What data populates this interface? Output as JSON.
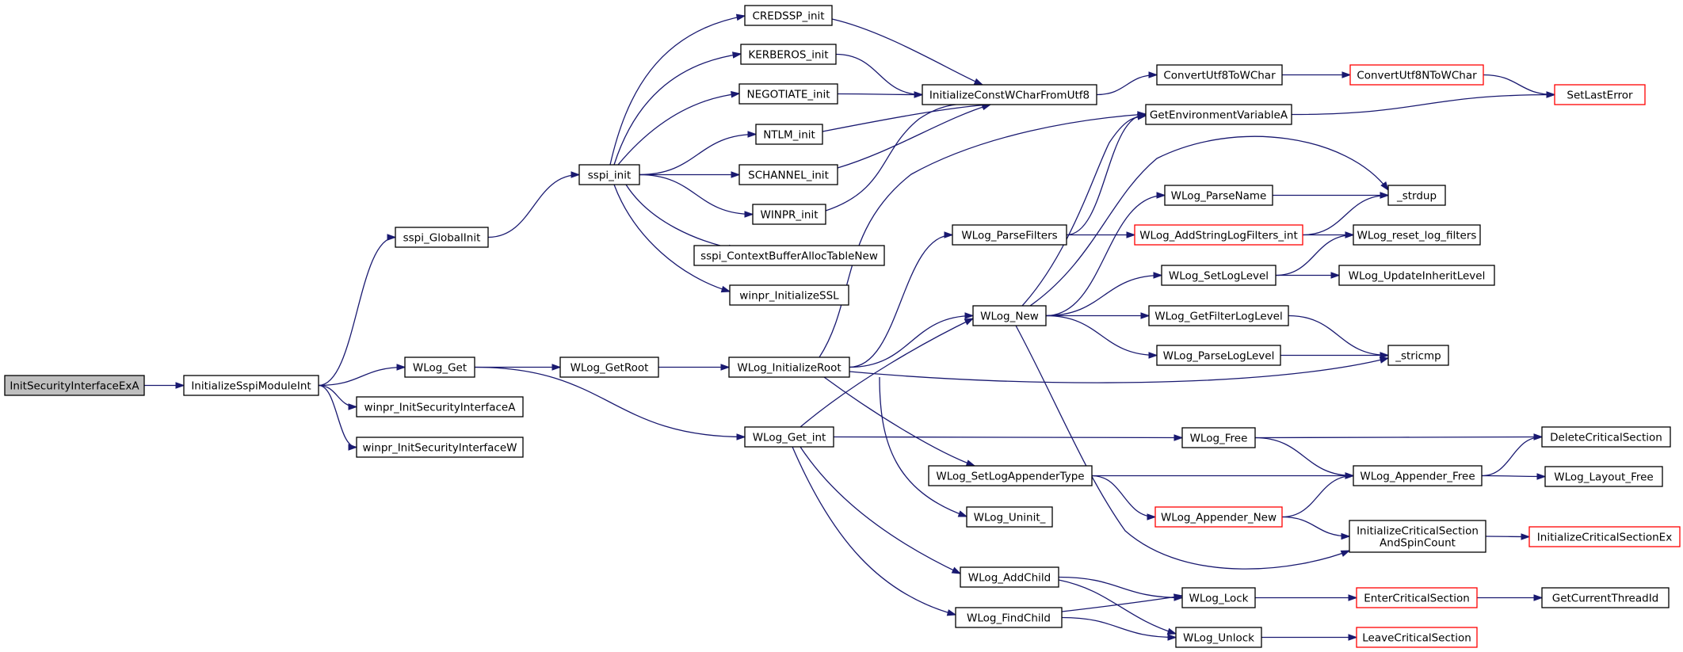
{
  "colors": {
    "edge": "#191970",
    "node_border": "#000000",
    "node_border_truncated": "#ff0000",
    "root_fill": "#bfbfbf",
    "node_fill": "#ffffff"
  },
  "nodes": [
    {
      "id": "InitSecurityInterfaceExA",
      "label": "InitSecurityInterfaceExA",
      "root": true
    },
    {
      "id": "InitializeSspiModuleInt",
      "label": "InitializeSspiModuleInt"
    },
    {
      "id": "sspi_GlobalInit",
      "label": "sspi_GlobalInit"
    },
    {
      "id": "WLog_Get",
      "label": "WLog_Get"
    },
    {
      "id": "winpr_InitSecurityInterfaceA",
      "label": "winpr_InitSecurityInterfaceA"
    },
    {
      "id": "winpr_InitSecurityInterfaceW",
      "label": "winpr_InitSecurityInterfaceW"
    },
    {
      "id": "sspi_init",
      "label": "sspi_init"
    },
    {
      "id": "WLog_GetRoot",
      "label": "WLog_GetRoot"
    },
    {
      "id": "WLog_Get_int",
      "label": "WLog_Get_int"
    },
    {
      "id": "CREDSSP_init",
      "label": "CREDSSP_init"
    },
    {
      "id": "KERBEROS_init",
      "label": "KERBEROS_init"
    },
    {
      "id": "NEGOTIATE_init",
      "label": "NEGOTIATE_init"
    },
    {
      "id": "NTLM_init",
      "label": "NTLM_init"
    },
    {
      "id": "SCHANNEL_init",
      "label": "SCHANNEL_init"
    },
    {
      "id": "WINPR_init",
      "label": "WINPR_init"
    },
    {
      "id": "sspi_ContextBufferAllocTableNew",
      "label": "sspi_ContextBufferAllocTableNew"
    },
    {
      "id": "winpr_InitializeSSL",
      "label": "winpr_InitializeSSL"
    },
    {
      "id": "WLog_InitializeRoot",
      "label": "WLog_InitializeRoot"
    },
    {
      "id": "InitializeConstWCharFromUtf8",
      "label": "InitializeConstWCharFromUtf8"
    },
    {
      "id": "WLog_ParseFilters",
      "label": "WLog_ParseFilters"
    },
    {
      "id": "WLog_New",
      "label": "WLog_New"
    },
    {
      "id": "WLog_SetLogAppenderType",
      "label": "WLog_SetLogAppenderType"
    },
    {
      "id": "WLog_Uninit_",
      "label": "WLog_Uninit_"
    },
    {
      "id": "WLog_AddChild",
      "label": "WLog_AddChild"
    },
    {
      "id": "WLog_FindChild",
      "label": "WLog_FindChild"
    },
    {
      "id": "ConvertUtf8ToWChar",
      "label": "ConvertUtf8ToWChar"
    },
    {
      "id": "GetEnvironmentVariableA",
      "label": "GetEnvironmentVariableA"
    },
    {
      "id": "WLog_ParseName",
      "label": "WLog_ParseName"
    },
    {
      "id": "WLog_AddStringLogFilters_int",
      "label": "WLog_AddStringLogFilters_int",
      "truncated": true
    },
    {
      "id": "WLog_SetLogLevel",
      "label": "WLog_SetLogLevel"
    },
    {
      "id": "WLog_GetFilterLogLevel",
      "label": "WLog_GetFilterLogLevel"
    },
    {
      "id": "WLog_ParseLogLevel",
      "label": "WLog_ParseLogLevel"
    },
    {
      "id": "WLog_Free",
      "label": "WLog_Free"
    },
    {
      "id": "WLog_Appender_New",
      "label": "WLog_Appender_New",
      "truncated": true
    },
    {
      "id": "WLog_Lock",
      "label": "WLog_Lock"
    },
    {
      "id": "WLog_Unlock",
      "label": "WLog_Unlock"
    },
    {
      "id": "ConvertUtf8NToWChar",
      "label": "ConvertUtf8NToWChar",
      "truncated": true
    },
    {
      "id": "_strdup",
      "label": "_strdup"
    },
    {
      "id": "WLog_reset_log_filters",
      "label": "WLog_reset_log_filters"
    },
    {
      "id": "WLog_UpdateInheritLevel",
      "label": "WLog_UpdateInheritLevel"
    },
    {
      "id": "_stricmp",
      "label": "_stricmp"
    },
    {
      "id": "WLog_Appender_Free",
      "label": "WLog_Appender_Free"
    },
    {
      "id": "InitializeCriticalSectionAndSpinCount",
      "label": "InitializeCriticalSection\nAndSpinCount"
    },
    {
      "id": "EnterCriticalSection",
      "label": "EnterCriticalSection",
      "truncated": true
    },
    {
      "id": "LeaveCriticalSection",
      "label": "LeaveCriticalSection",
      "truncated": true
    },
    {
      "id": "SetLastError",
      "label": "SetLastError",
      "truncated": true
    },
    {
      "id": "DeleteCriticalSection",
      "label": "DeleteCriticalSection"
    },
    {
      "id": "WLog_Layout_Free",
      "label": "WLog_Layout_Free"
    },
    {
      "id": "InitializeCriticalSectionEx",
      "label": "InitializeCriticalSectionEx",
      "truncated": true
    },
    {
      "id": "GetCurrentThreadId",
      "label": "GetCurrentThreadId"
    }
  ],
  "edges": [
    [
      "InitSecurityInterfaceExA",
      "InitializeSspiModuleInt"
    ],
    [
      "InitializeSspiModuleInt",
      "sspi_GlobalInit"
    ],
    [
      "InitializeSspiModuleInt",
      "WLog_Get"
    ],
    [
      "InitializeSspiModuleInt",
      "winpr_InitSecurityInterfaceA"
    ],
    [
      "InitializeSspiModuleInt",
      "winpr_InitSecurityInterfaceW"
    ],
    [
      "sspi_GlobalInit",
      "sspi_init"
    ],
    [
      "sspi_init",
      "CREDSSP_init"
    ],
    [
      "sspi_init",
      "KERBEROS_init"
    ],
    [
      "sspi_init",
      "NEGOTIATE_init"
    ],
    [
      "sspi_init",
      "NTLM_init"
    ],
    [
      "sspi_init",
      "SCHANNEL_init"
    ],
    [
      "sspi_init",
      "WINPR_init"
    ],
    [
      "sspi_init",
      "sspi_ContextBufferAllocTableNew"
    ],
    [
      "sspi_init",
      "winpr_InitializeSSL"
    ],
    [
      "CREDSSP_init",
      "InitializeConstWCharFromUtf8"
    ],
    [
      "KERBEROS_init",
      "InitializeConstWCharFromUtf8"
    ],
    [
      "NEGOTIATE_init",
      "InitializeConstWCharFromUtf8"
    ],
    [
      "NTLM_init",
      "InitializeConstWCharFromUtf8"
    ],
    [
      "SCHANNEL_init",
      "InitializeConstWCharFromUtf8"
    ],
    [
      "WINPR_init",
      "InitializeConstWCharFromUtf8"
    ],
    [
      "InitializeConstWCharFromUtf8",
      "ConvertUtf8ToWChar"
    ],
    [
      "ConvertUtf8ToWChar",
      "ConvertUtf8NToWChar"
    ],
    [
      "ConvertUtf8NToWChar",
      "SetLastError"
    ],
    [
      "GetEnvironmentVariableA",
      "SetLastError"
    ],
    [
      "WLog_Get",
      "WLog_GetRoot"
    ],
    [
      "WLog_Get",
      "WLog_Get_int"
    ],
    [
      "WLog_GetRoot",
      "WLog_InitializeRoot"
    ],
    [
      "WLog_InitializeRoot",
      "GetEnvironmentVariableA"
    ],
    [
      "WLog_InitializeRoot",
      "WLog_ParseFilters"
    ],
    [
      "WLog_InitializeRoot",
      "WLog_New"
    ],
    [
      "WLog_InitializeRoot",
      "_stricmp"
    ],
    [
      "WLog_InitializeRoot",
      "WLog_SetLogAppenderType"
    ],
    [
      "WLog_InitializeRoot",
      "WLog_Uninit_"
    ],
    [
      "WLog_ParseFilters",
      "GetEnvironmentVariableA"
    ],
    [
      "WLog_ParseFilters",
      "WLog_AddStringLogFilters_int"
    ],
    [
      "WLog_New",
      "GetEnvironmentVariableA"
    ],
    [
      "WLog_New",
      "_strdup"
    ],
    [
      "WLog_New",
      "WLog_ParseName"
    ],
    [
      "WLog_New",
      "WLog_SetLogLevel"
    ],
    [
      "WLog_New",
      "WLog_GetFilterLogLevel"
    ],
    [
      "WLog_New",
      "WLog_ParseLogLevel"
    ],
    [
      "WLog_New",
      "InitializeCriticalSectionAndSpinCount"
    ],
    [
      "WLog_ParseName",
      "_strdup"
    ],
    [
      "WLog_AddStringLogFilters_int",
      "_strdup"
    ],
    [
      "WLog_AddStringLogFilters_int",
      "WLog_reset_log_filters"
    ],
    [
      "WLog_SetLogLevel",
      "WLog_reset_log_filters"
    ],
    [
      "WLog_SetLogLevel",
      "WLog_UpdateInheritLevel"
    ],
    [
      "WLog_GetFilterLogLevel",
      "_stricmp"
    ],
    [
      "WLog_ParseLogLevel",
      "_stricmp"
    ],
    [
      "WLog_Get_int",
      "WLog_New"
    ],
    [
      "WLog_Get_int",
      "WLog_Free"
    ],
    [
      "WLog_Get_int",
      "WLog_AddChild"
    ],
    [
      "WLog_Get_int",
      "WLog_FindChild"
    ],
    [
      "WLog_Free",
      "DeleteCriticalSection"
    ],
    [
      "WLog_Free",
      "WLog_Appender_Free"
    ],
    [
      "WLog_SetLogAppenderType",
      "WLog_Appender_Free"
    ],
    [
      "WLog_SetLogAppenderType",
      "WLog_Appender_New"
    ],
    [
      "WLog_Appender_New",
      "WLog_Appender_Free"
    ],
    [
      "WLog_Appender_New",
      "InitializeCriticalSectionAndSpinCount"
    ],
    [
      "WLog_Appender_Free",
      "DeleteCriticalSection"
    ],
    [
      "WLog_Appender_Free",
      "WLog_Layout_Free"
    ],
    [
      "InitializeCriticalSectionAndSpinCount",
      "InitializeCriticalSectionEx"
    ],
    [
      "WLog_AddChild",
      "WLog_Lock"
    ],
    [
      "WLog_AddChild",
      "WLog_Unlock"
    ],
    [
      "WLog_FindChild",
      "WLog_Lock"
    ],
    [
      "WLog_FindChild",
      "WLog_Unlock"
    ],
    [
      "WLog_Lock",
      "EnterCriticalSection"
    ],
    [
      "WLog_Unlock",
      "LeaveCriticalSection"
    ],
    [
      "EnterCriticalSection",
      "GetCurrentThreadId"
    ]
  ]
}
